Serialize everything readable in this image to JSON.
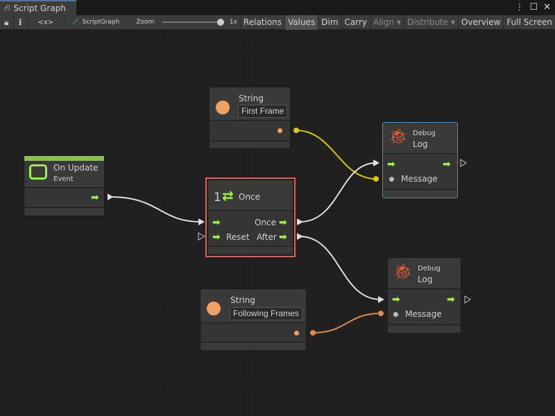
{
  "window": {
    "tab_title": "Script Graph",
    "menu_icon": "kebab-icon",
    "maximize_icon": "maximize-icon",
    "close_icon": "close-icon"
  },
  "toolbar": {
    "lock_icon": "lock-icon",
    "info_icon": "info-icon",
    "variables_label": "<x>",
    "graph_name": "ScriptGraph",
    "zoom_label": "Zoom",
    "zoom_value": "1x",
    "zoom_level": 1.0,
    "buttons": {
      "relations": "Relations",
      "values": "Values",
      "dim": "Dim",
      "carry": "Carry",
      "align": "Align ▾",
      "distribute": "Distribute ▾",
      "overview": "Overview",
      "fullscreen": "Full Screen"
    }
  },
  "nodes": {
    "on_update": {
      "title": "On Update",
      "subtitle": "Event",
      "accent": "#8bc34a"
    },
    "string1": {
      "title": "String",
      "value": "First Frame"
    },
    "string2": {
      "title": "String",
      "value": "Following Frames"
    },
    "once": {
      "number": "1",
      "title": "Once",
      "in_reset": "Reset",
      "out_once": "Once",
      "out_after": "After",
      "border": "#e55a5a"
    },
    "debug1": {
      "category": "Debug",
      "title": "Log",
      "port": "Message",
      "border": "#4a90c0"
    },
    "debug2": {
      "category": "Debug",
      "title": "Log",
      "port": "Message"
    }
  },
  "colors": {
    "flow": "#9cf04a",
    "string_port": "#f0a060",
    "yellow_wire": "#d8c800",
    "orange_wire": "#e08a48"
  }
}
